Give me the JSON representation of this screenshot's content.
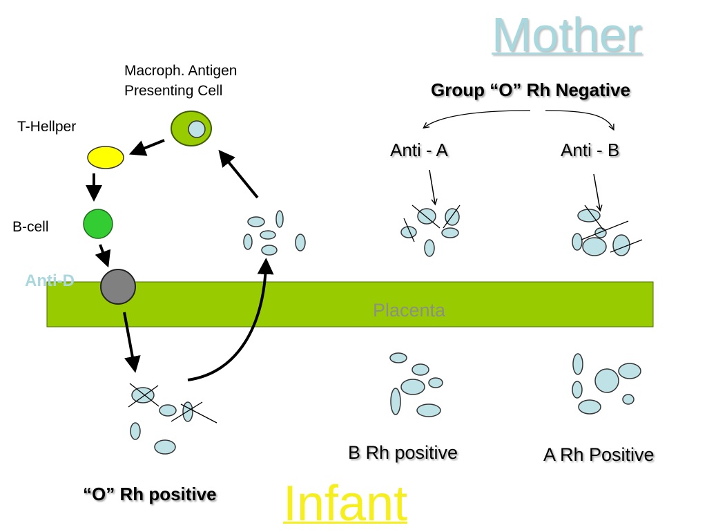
{
  "titles": {
    "mother": "Mother",
    "infant": "Infant"
  },
  "mother": {
    "blood_group": "Group “O” Rh Negative",
    "antibody_a": "Anti - A",
    "antibody_b": "Anti - B"
  },
  "immune_cells": {
    "apc": "Macroph. Antigen\nPresenting Cell",
    "t_helper": "T-Hellper",
    "b_cell": "B-cell",
    "anti_d": "Anti-D"
  },
  "placenta": {
    "label": "Placenta"
  },
  "infant": {
    "o_rh": "“O” Rh positive",
    "b_rh": "B Rh positive",
    "a_rh": "A Rh Positive"
  },
  "colors": {
    "placenta": "#99cc00",
    "red_cell": "#bfe2e6",
    "macrophage": "#99cc00",
    "t_helper": "#ffff00",
    "b_cell": "#33cc33",
    "plasma_cell": "#808080",
    "mother_title": "#a9d7de",
    "infant_title": "#f6ef1b"
  }
}
